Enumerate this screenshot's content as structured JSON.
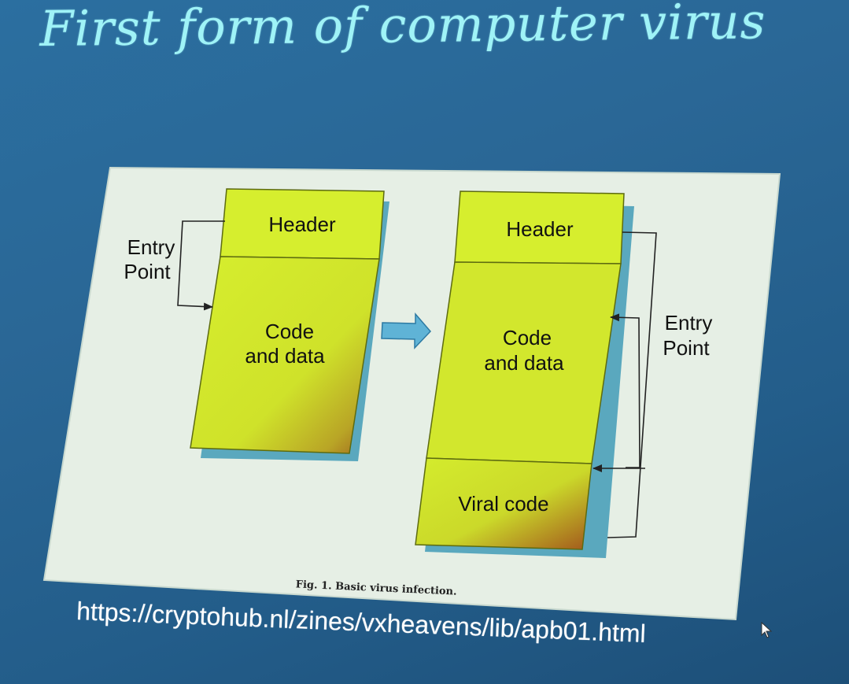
{
  "slide": {
    "title": "First form of computer virus",
    "url": "https://cryptohub.nl/zines/vxheavens/lib/apb01.html"
  },
  "figure": {
    "caption": "Fig. 1. Basic virus infection.",
    "before": {
      "header_label": "Header",
      "body_label_line1": "Code",
      "body_label_line2": "and data",
      "entry_label_line1": "Entry",
      "entry_label_line2": "Point"
    },
    "after": {
      "header_label": "Header",
      "body_label_line1": "Code",
      "body_label_line2": "and data",
      "viral_label": "Viral code",
      "entry_label_line1": "Entry",
      "entry_label_line2": "Point"
    }
  },
  "colors": {
    "background": "#2a6796",
    "title": "#9ff3f7",
    "panel": "#e8f1e6",
    "block": "#d6ee2e",
    "url": "#ffffff"
  },
  "icons": {
    "transform_arrow": "right-arrow-icon",
    "cursor": "mouse-pointer-icon"
  }
}
